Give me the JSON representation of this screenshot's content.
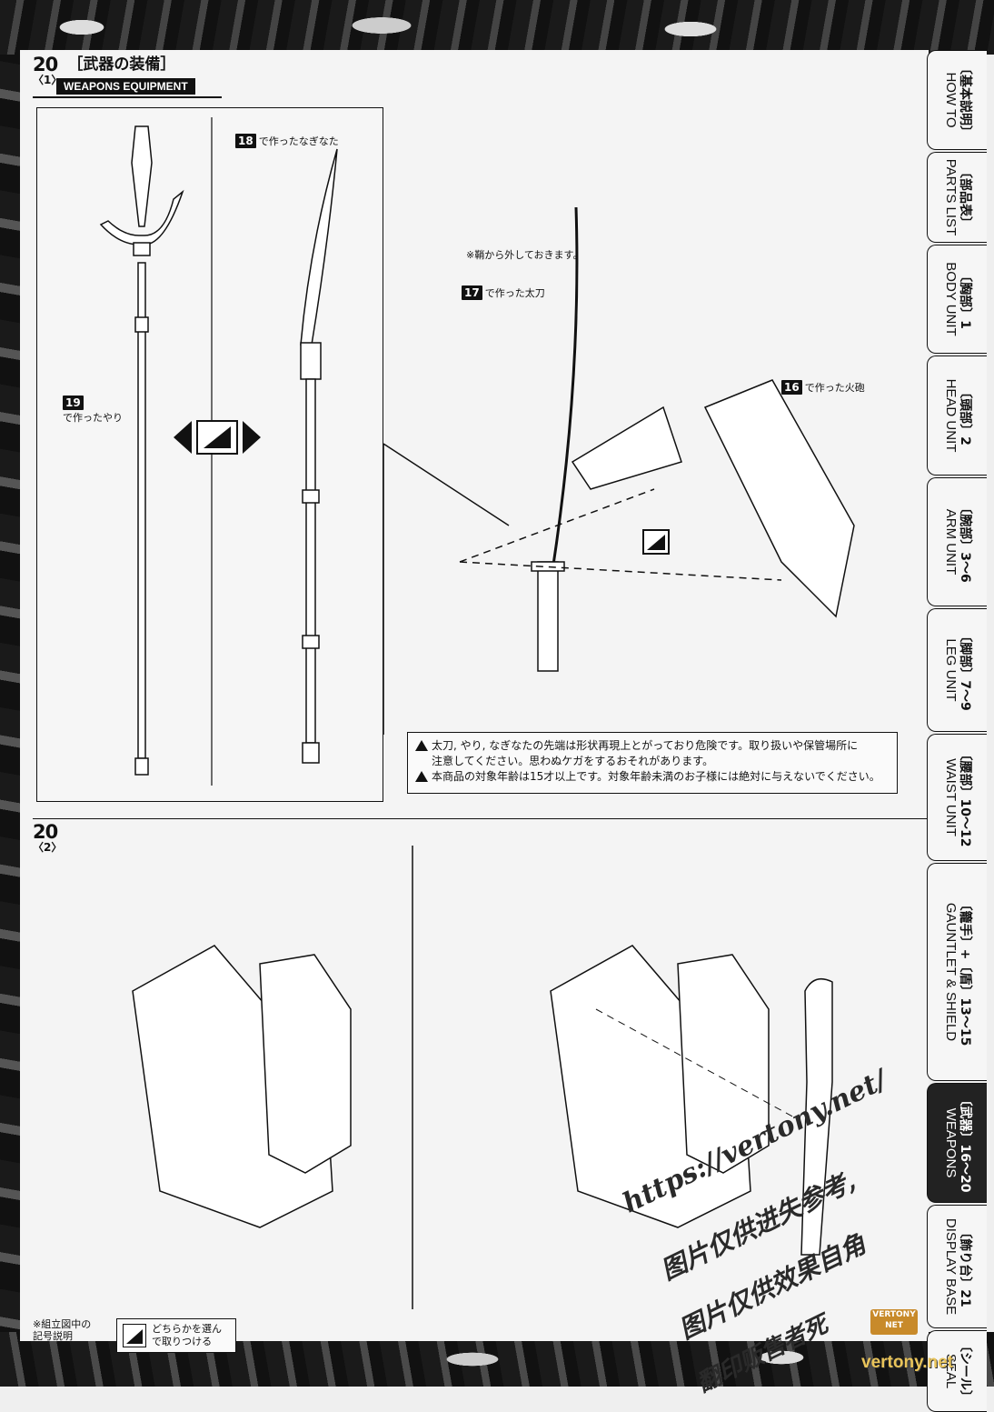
{
  "step1": {
    "num": "20",
    "sub": "〈1〉",
    "title": "［武器の装備］",
    "title_en": "WEAPONS EQUIPMENT"
  },
  "step2": {
    "num": "20",
    "sub": "〈2〉"
  },
  "callouts": {
    "naginata": {
      "num": "18",
      "text": "で作ったなぎなた"
    },
    "yari": {
      "num": "19",
      "text": "で作ったやり"
    },
    "tachi": {
      "num": "17",
      "text": "で作った太刀"
    },
    "hou": {
      "num": "16",
      "text": "で作った火砲"
    },
    "note": "※鞘から外しておきます。"
  },
  "warnings": [
    "太刀, やり, なぎなたの先端は形状再現上とがっており危険です。取り扱いや保管場所に",
    "注意してください。思わぬケガをするおそれがあります。",
    "本商品の対象年齢は15才以上です。対象年齢未満のお子様には絶対に与えないでください。"
  ],
  "legend": {
    "label": "※組立図中の\n記号説明",
    "text": "どちらかを選ん\nで取りつける"
  },
  "tabs": [
    {
      "jp": "〔基本説明〕",
      "en": "HOW TO",
      "active": false
    },
    {
      "jp": "〔部品表〕",
      "en": "PARTS LIST",
      "active": false
    },
    {
      "jp": "〔胸部〕1",
      "en": "BODY UNIT",
      "active": false
    },
    {
      "jp": "〔頭部〕2",
      "en": "HEAD UNIT",
      "active": false
    },
    {
      "jp": "〔腕部〕3〜6",
      "en": "ARM UNIT",
      "active": false
    },
    {
      "jp": "〔脚部〕7〜9",
      "en": "LEG UNIT",
      "active": false
    },
    {
      "jp": "〔腰部〕10〜12",
      "en": "WAIST UNIT",
      "active": false
    },
    {
      "jp": "〔籠手〕+〔盾〕13〜15",
      "en": "GAUNTLET & SHIELD",
      "active": false
    },
    {
      "jp": "〔武器〕16〜20",
      "en": "WEAPONS",
      "active": true
    },
    {
      "jp": "〔飾り台〕21",
      "en": "DISPLAY BASE",
      "active": false
    },
    {
      "jp": "〔シール〕",
      "en": "SEAL",
      "active": false
    }
  ],
  "watermark": {
    "url": "https://vertony.net/",
    "line1": "图片仅供进失参考,",
    "line2": "图片仅供效果自角",
    "line3": "翻印贩售者死",
    "logo": "VERTONY NET",
    "site": "vertony.net"
  }
}
